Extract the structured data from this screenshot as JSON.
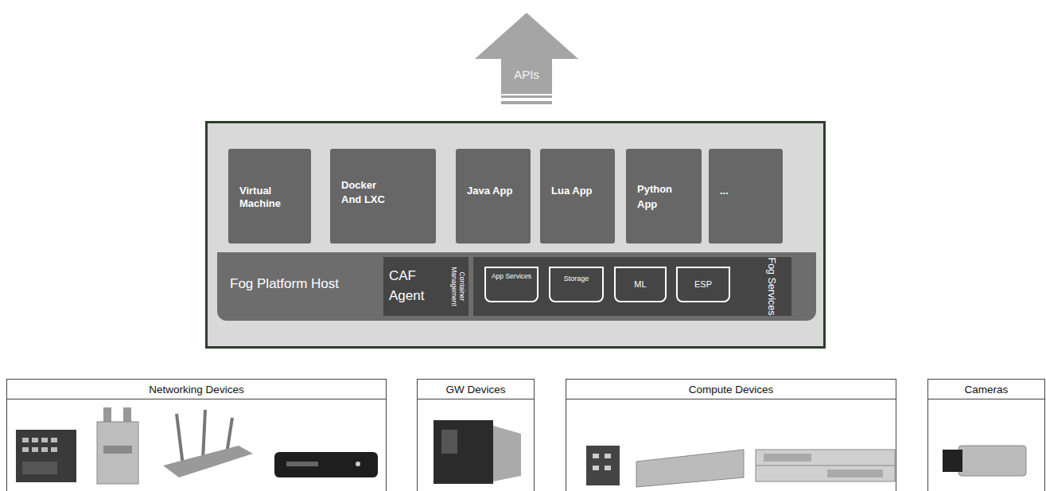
{
  "diagram": {
    "nodes": [
      {
        "text": [
          "APIs"
        ]
      },
      {
        "text": []
      },
      {
        "text": [
          "Virtual Machine"
        ],
        "in": 1
      },
      {
        "text": [
          "Docker And LXC"
        ],
        "in": 1
      },
      {
        "text": [
          "Java App"
        ],
        "in": 1
      },
      {
        "text": [
          "Lua App"
        ],
        "in": 1
      },
      {
        "text": [
          "Python App"
        ],
        "in": 1
      },
      {
        "text": [
          "..."
        ],
        "in": 1
      },
      {
        "text": [
          "Fog Platform Host"
        ],
        "in": 1
      },
      {
        "text": [
          "CAF Agent",
          "Container Management"
        ],
        "in": 8
      },
      {
        "text": [
          "Fog Services"
        ],
        "in": 8
      },
      {
        "text": [
          "App Services"
        ],
        "in": 10
      },
      {
        "text": [
          "Storage"
        ],
        "in": 10
      },
      {
        "text": [
          "ML"
        ],
        "in": 10
      },
      {
        "text": [
          "ESP"
        ],
        "in": 10
      },
      {
        "text": [
          "Networking Devices"
        ]
      },
      {
        "text": [
          "GW Devices"
        ]
      },
      {
        "text": [
          "Compute Devices"
        ]
      },
      {
        "text": [
          "Cameras"
        ]
      }
    ]
  }
}
